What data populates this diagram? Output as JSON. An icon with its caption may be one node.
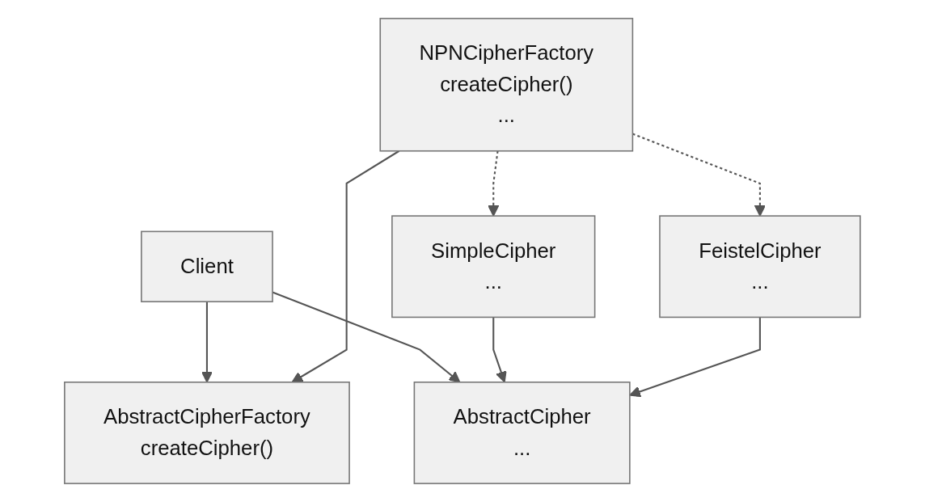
{
  "diagram": {
    "nodes": [
      {
        "text": [
          "Client"
        ]
      },
      {
        "text": [
          "AbstractCipherFactory",
          "createCipher()"
        ]
      },
      {
        "text": [
          "AbstractCipher",
          "..."
        ]
      },
      {
        "text": [
          "NPNCipherFactory",
          "createCipher()",
          "..."
        ]
      },
      {
        "text": [
          "SimpleCipher",
          "..."
        ]
      },
      {
        "text": [
          "FeistelCipher",
          "..."
        ]
      }
    ],
    "edges": [
      {
        "from": 0,
        "to": 1,
        "arrow": "to"
      },
      {
        "from": 0,
        "to": 2,
        "arrow": "to"
      },
      {
        "from": 3,
        "to": 1,
        "arrow": "to"
      },
      {
        "from": 4,
        "to": 2,
        "arrow": "to"
      },
      {
        "from": 5,
        "to": 2,
        "arrow": "to"
      },
      {
        "from": 3,
        "to": 4,
        "arrow": "to",
        "style": "dashed"
      },
      {
        "from": 3,
        "to": 5,
        "arrow": "to",
        "style": "dashed"
      }
    ]
  }
}
